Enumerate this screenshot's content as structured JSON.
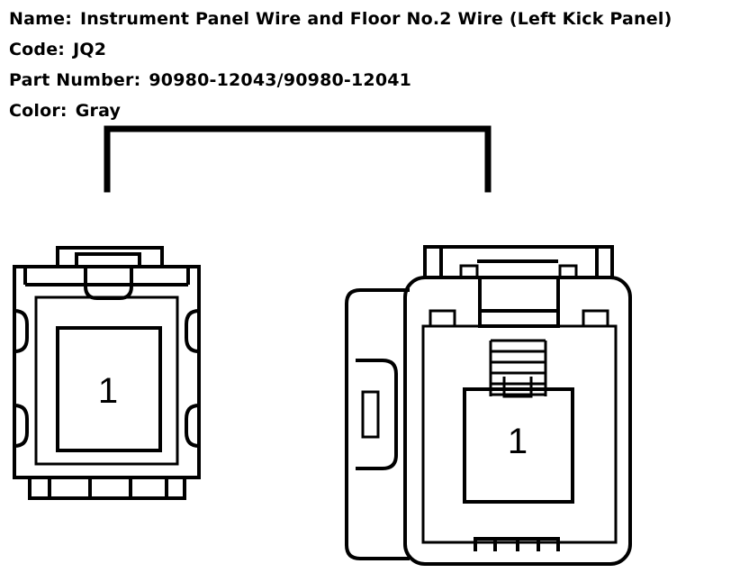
{
  "info": {
    "name_label": "Name:",
    "name_value": "Instrument Panel Wire and Floor No.2 Wire (Left Kick Panel)",
    "code_label": "Code:",
    "code_value": "JQ2",
    "part_label": "Part Number:",
    "part_value": "90980-12043/90980-12041",
    "color_label": "Color:",
    "color_value": "Gray"
  },
  "connectors": {
    "left": {
      "pin": "1"
    },
    "right": {
      "pin": "1"
    }
  }
}
